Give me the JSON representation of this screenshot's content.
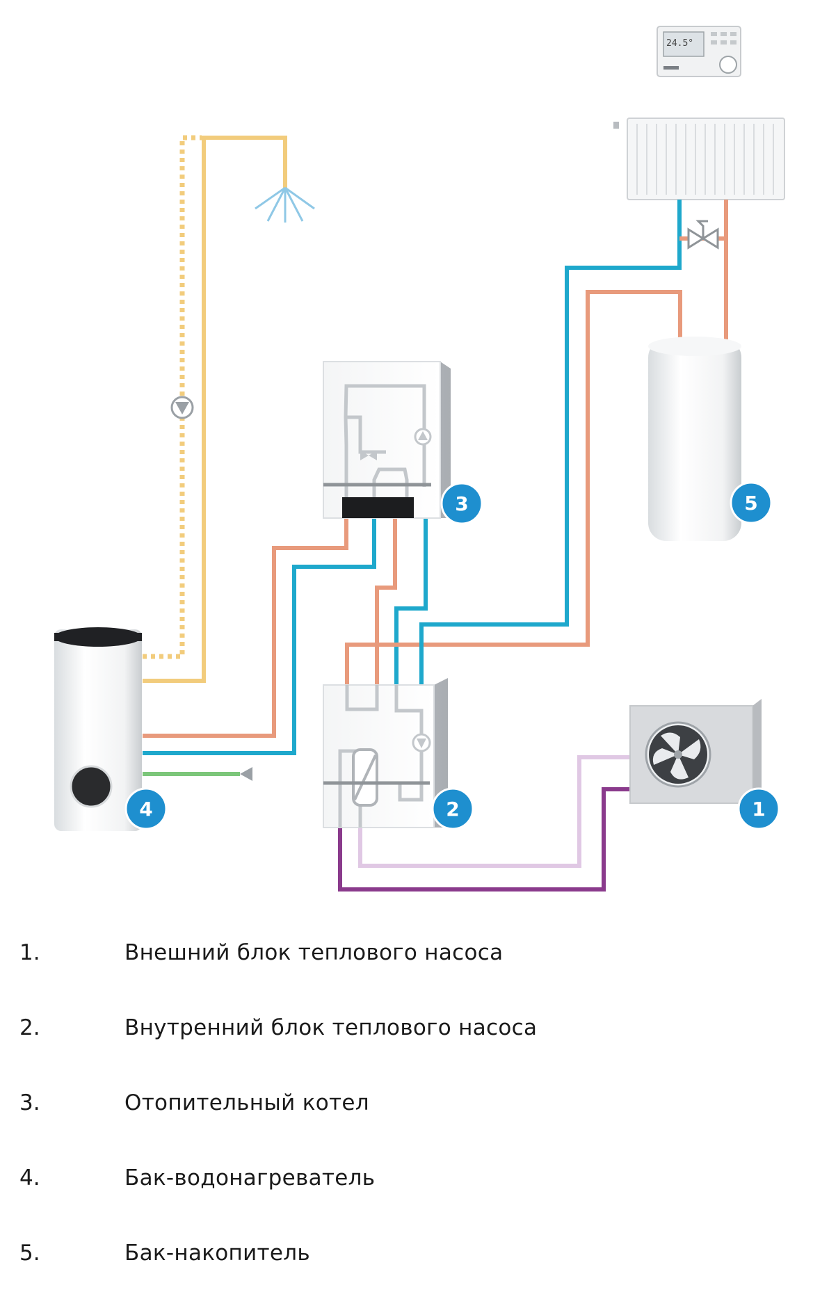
{
  "thermostat": {
    "display": "24.5°"
  },
  "badges": {
    "b1": "1",
    "b2": "2",
    "b3": "3",
    "b4": "4",
    "b5": "5"
  },
  "legend": [
    {
      "num": "1.",
      "label": "Внешний блок теплового насоса"
    },
    {
      "num": "2.",
      "label": "Внутренний блок теплового насоса"
    },
    {
      "num": "3.",
      "label": "Отопительный котел"
    },
    {
      "num": "4.",
      "label": "Бак-водонагреватель"
    },
    {
      "num": "5.",
      "label": "Бак-накопитель"
    }
  ],
  "colors": {
    "badge": "#1e8fcf",
    "pipe_hot": "#e89a7c",
    "pipe_cold": "#1ea8cc",
    "pipe_dhw": "#f2cc7c",
    "pipe_cold_water": "#7cc67a",
    "refrigerant_liquid": "#8a3a8c",
    "refrigerant_gas": "#e0c8e4"
  }
}
